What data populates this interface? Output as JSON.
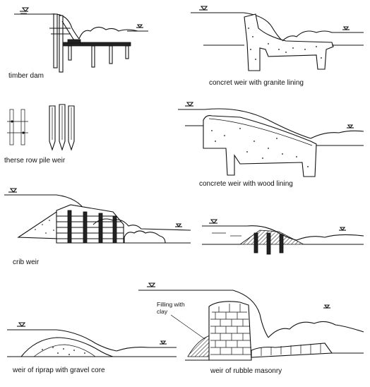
{
  "diagrams": [
    {
      "caption": "timber dam"
    },
    {
      "caption": "concret weir with granite lining"
    },
    {
      "caption": "therse row pile weir"
    },
    {
      "caption": "concrete weir with wood lining"
    },
    {
      "caption": "crib weir"
    },
    {
      "caption": "weir of riprap with gravel core"
    },
    {
      "caption": "weir of rubble masonry"
    }
  ],
  "annotations": {
    "filling_with_clay_line1": "Filling with",
    "filling_with_clay_line2": "clay"
  }
}
